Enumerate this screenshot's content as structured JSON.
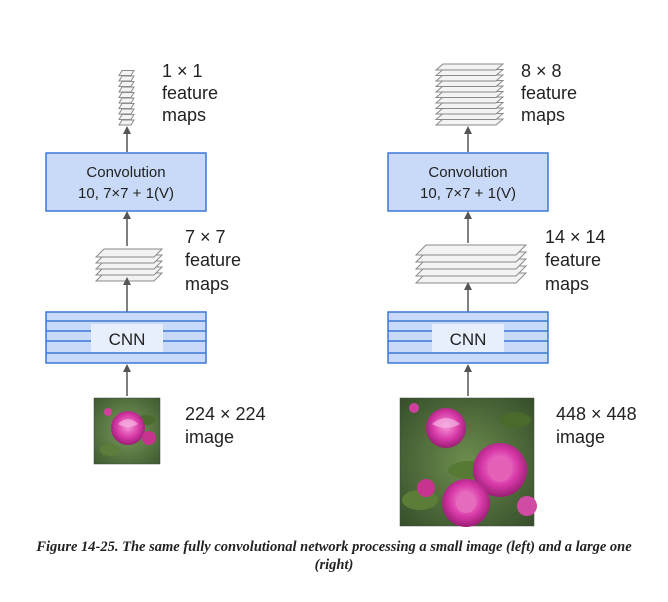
{
  "colors": {
    "box_fill": "#c9daf8",
    "box_stroke": "#3c78d8",
    "stack_fill": "#f3f3f3",
    "stack_stroke": "#8a8a8a",
    "arrow": "#555555",
    "text": "#222222"
  },
  "left": {
    "top_maps": [
      "1 × 1",
      "feature",
      "maps"
    ],
    "conv": {
      "line1": "Convolution",
      "line2": "10, 7×7 + 1(V)"
    },
    "mid_maps": [
      "7 × 7",
      "feature",
      "maps"
    ],
    "cnn": "CNN",
    "input": [
      "224 × 224",
      "image"
    ]
  },
  "right": {
    "top_maps": [
      "8 × 8",
      "feature",
      "maps"
    ],
    "conv": {
      "line1": "Convolution",
      "line2": "10, 7×7 + 1(V)"
    },
    "mid_maps": [
      "14 × 14",
      "feature",
      "maps"
    ],
    "cnn": "CNN",
    "input": [
      "448 × 448",
      "image"
    ]
  },
  "caption": "Figure 14-25. The same fully convolutional network processing a small image (left) and a large one (right)"
}
